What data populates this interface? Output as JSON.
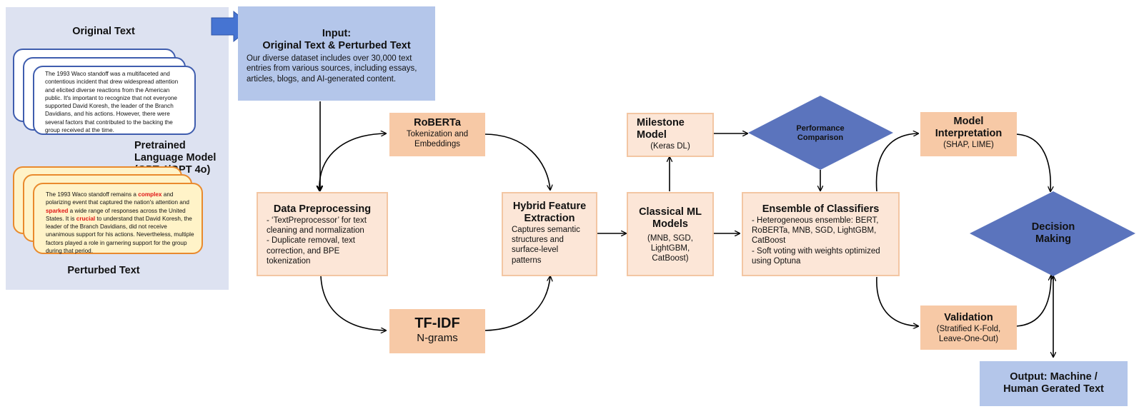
{
  "colors": {
    "left_panel_bg": "#dde2f1",
    "input_bg": "#b4c6ea",
    "box_light": "#fce6d7",
    "box_mid": "#f7c9a6",
    "diamond": "#5b74bd",
    "highlight": "#e01515",
    "arrow_block": "#4674d2"
  },
  "left_panel": {
    "original_label": "Original Text",
    "original_text": "The 1993 Waco standoff was a multifaceted and contentious incident that drew widespread attention and elicited diverse reactions from the American public. It's important to recognize that not everyone supported David Koresh, the leader of the Branch Davidians, and his actions. However, there were several factors that contributed to the backing the group received at the time.",
    "model_label": "Pretrained Language Model (GPT 4/GPT 4o)",
    "perturbed_label": "Perturbed Text",
    "perturbed_parts": {
      "p1": "The 1993 Waco standoff remains a ",
      "h1": "complex",
      "p2": " and polarizing event that captured the nation's attention and ",
      "h2": "sparked",
      "p3": " a wide range of responses across the United States. It is ",
      "h3": "crucial",
      "p4": " to understand that David Koresh, the leader of the Branch Davidians, did not receive unanimous support for his actions. Nevertheless, multiple factors played a role in garnering support for the group during that period."
    }
  },
  "input": {
    "title": "Input:\nOriginal Text & Perturbed Text",
    "description": "Our diverse dataset includes over 30,000 text entries from various sources, including essays, articles, blogs, and AI-generated content."
  },
  "roberta": {
    "title": "RoBERTa",
    "subtitle": "Tokenization and\nEmbeddings"
  },
  "preprocessing": {
    "title": "Data Preprocessing",
    "body": "- ‘TextPreprocessor’ for text cleaning and normalization\n- Duplicate removal, text correction, and BPE tokenization"
  },
  "tfidf": {
    "title": "TF-IDF",
    "subtitle": "N-grams"
  },
  "hybrid": {
    "title": "Hybrid Feature\nExtraction",
    "body": "Captures semantic structures and surface-level patterns"
  },
  "milestone": {
    "title": "Milestone\nModel",
    "subtitle": "(Keras DL)"
  },
  "classical": {
    "title": "Classical ML\nModels",
    "subtitle": "(MNB, SGD,\nLightGBM,\nCatBoost)"
  },
  "performance": {
    "label": "Performance\nComparison"
  },
  "ensemble": {
    "title": "Ensemble of Classifiers",
    "body": "- Heterogeneous ensemble: BERT, RoBERTa, MNB, SGD, LightGBM, CatBoost\n- Soft voting with weights optimized using Optuna"
  },
  "interpretation": {
    "title": "Model\nInterpretation",
    "subtitle": "(SHAP, LIME)"
  },
  "decision": {
    "label": "Decision\nMaking"
  },
  "validation": {
    "title": "Validation",
    "subtitle": "(Stratified K-Fold,\nLeave-One-Out)"
  },
  "output": {
    "title": "Output: Machine /\nHuman Gerated Text"
  }
}
